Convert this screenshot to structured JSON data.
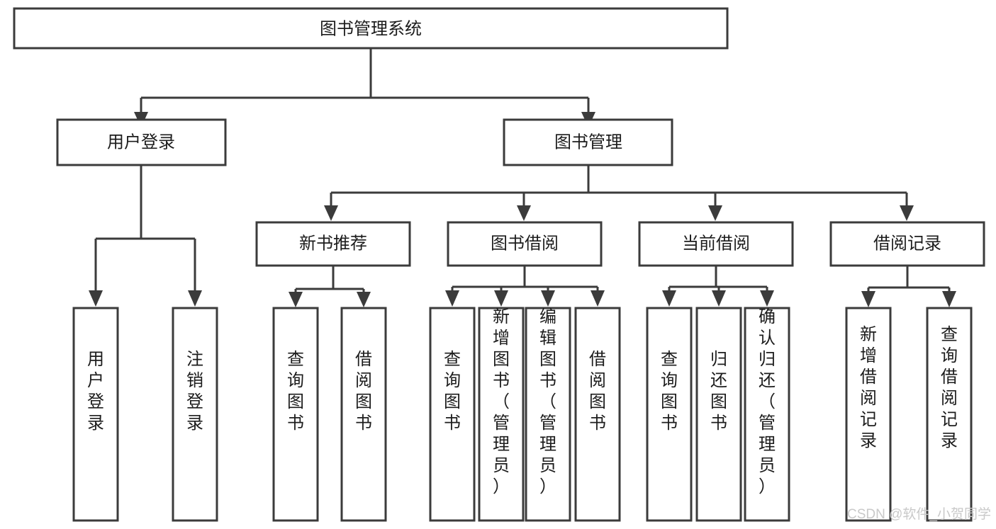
{
  "diagram": {
    "type": "tree-hierarchy-chart",
    "title_node": {
      "id": "root",
      "label": "图书管理系统",
      "orientation": "horizontal"
    },
    "level2": [
      {
        "id": "user-login",
        "label": "用户登录",
        "orientation": "horizontal"
      },
      {
        "id": "book-manage",
        "label": "图书管理",
        "orientation": "horizontal"
      }
    ],
    "level3": [
      {
        "id": "new-book-recommend",
        "label": "新书推荐",
        "orientation": "horizontal",
        "parent": "book-manage"
      },
      {
        "id": "book-borrow",
        "label": "图书借阅",
        "orientation": "horizontal",
        "parent": "book-manage"
      },
      {
        "id": "current-borrow",
        "label": "当前借阅",
        "orientation": "horizontal",
        "parent": "book-manage"
      },
      {
        "id": "borrow-record",
        "label": "借阅记录",
        "orientation": "horizontal",
        "parent": "book-manage"
      }
    ],
    "leaves": [
      {
        "id": "leaf-user-login",
        "label": "用户登录",
        "orientation": "vertical",
        "parent": "user-login"
      },
      {
        "id": "leaf-logout-login",
        "label": "注销登录",
        "orientation": "vertical",
        "parent": "user-login"
      },
      {
        "id": "leaf-query-book-1",
        "label": "查询图书",
        "orientation": "vertical",
        "parent": "new-book-recommend"
      },
      {
        "id": "leaf-borrow-book-1",
        "label": "借阅图书",
        "orientation": "vertical",
        "parent": "new-book-recommend"
      },
      {
        "id": "leaf-query-book-2",
        "label": "查询图书",
        "orientation": "vertical",
        "parent": "book-borrow"
      },
      {
        "id": "leaf-add-book",
        "label": "新增图书（管理员）",
        "orientation": "vertical",
        "parent": "book-borrow"
      },
      {
        "id": "leaf-edit-book",
        "label": "编辑图书（管理员）",
        "orientation": "vertical",
        "parent": "book-borrow"
      },
      {
        "id": "leaf-borrow-book-2",
        "label": "借阅图书",
        "orientation": "vertical",
        "parent": "book-borrow"
      },
      {
        "id": "leaf-query-book-3",
        "label": "查询图书",
        "orientation": "vertical",
        "parent": "current-borrow"
      },
      {
        "id": "leaf-return-book",
        "label": "归还图书",
        "orientation": "vertical",
        "parent": "current-borrow"
      },
      {
        "id": "leaf-confirm-return",
        "label": "确认归还（管理员）",
        "orientation": "vertical",
        "parent": "current-borrow"
      },
      {
        "id": "leaf-add-record",
        "label": "新增借阅记录",
        "orientation": "vertical",
        "parent": "borrow-record"
      },
      {
        "id": "leaf-query-record",
        "label": "查询借阅记录",
        "orientation": "vertical",
        "parent": "borrow-record"
      }
    ],
    "colors": {
      "box_stroke": "#3b3b3b",
      "box_fill": "#ffffff",
      "connector": "#3b3b3b",
      "text": "#1c1c1c",
      "watermark": "#c9c9c9",
      "background": "#ffffff"
    }
  },
  "watermark": {
    "label": "CSDN @软件_小贺同学"
  }
}
